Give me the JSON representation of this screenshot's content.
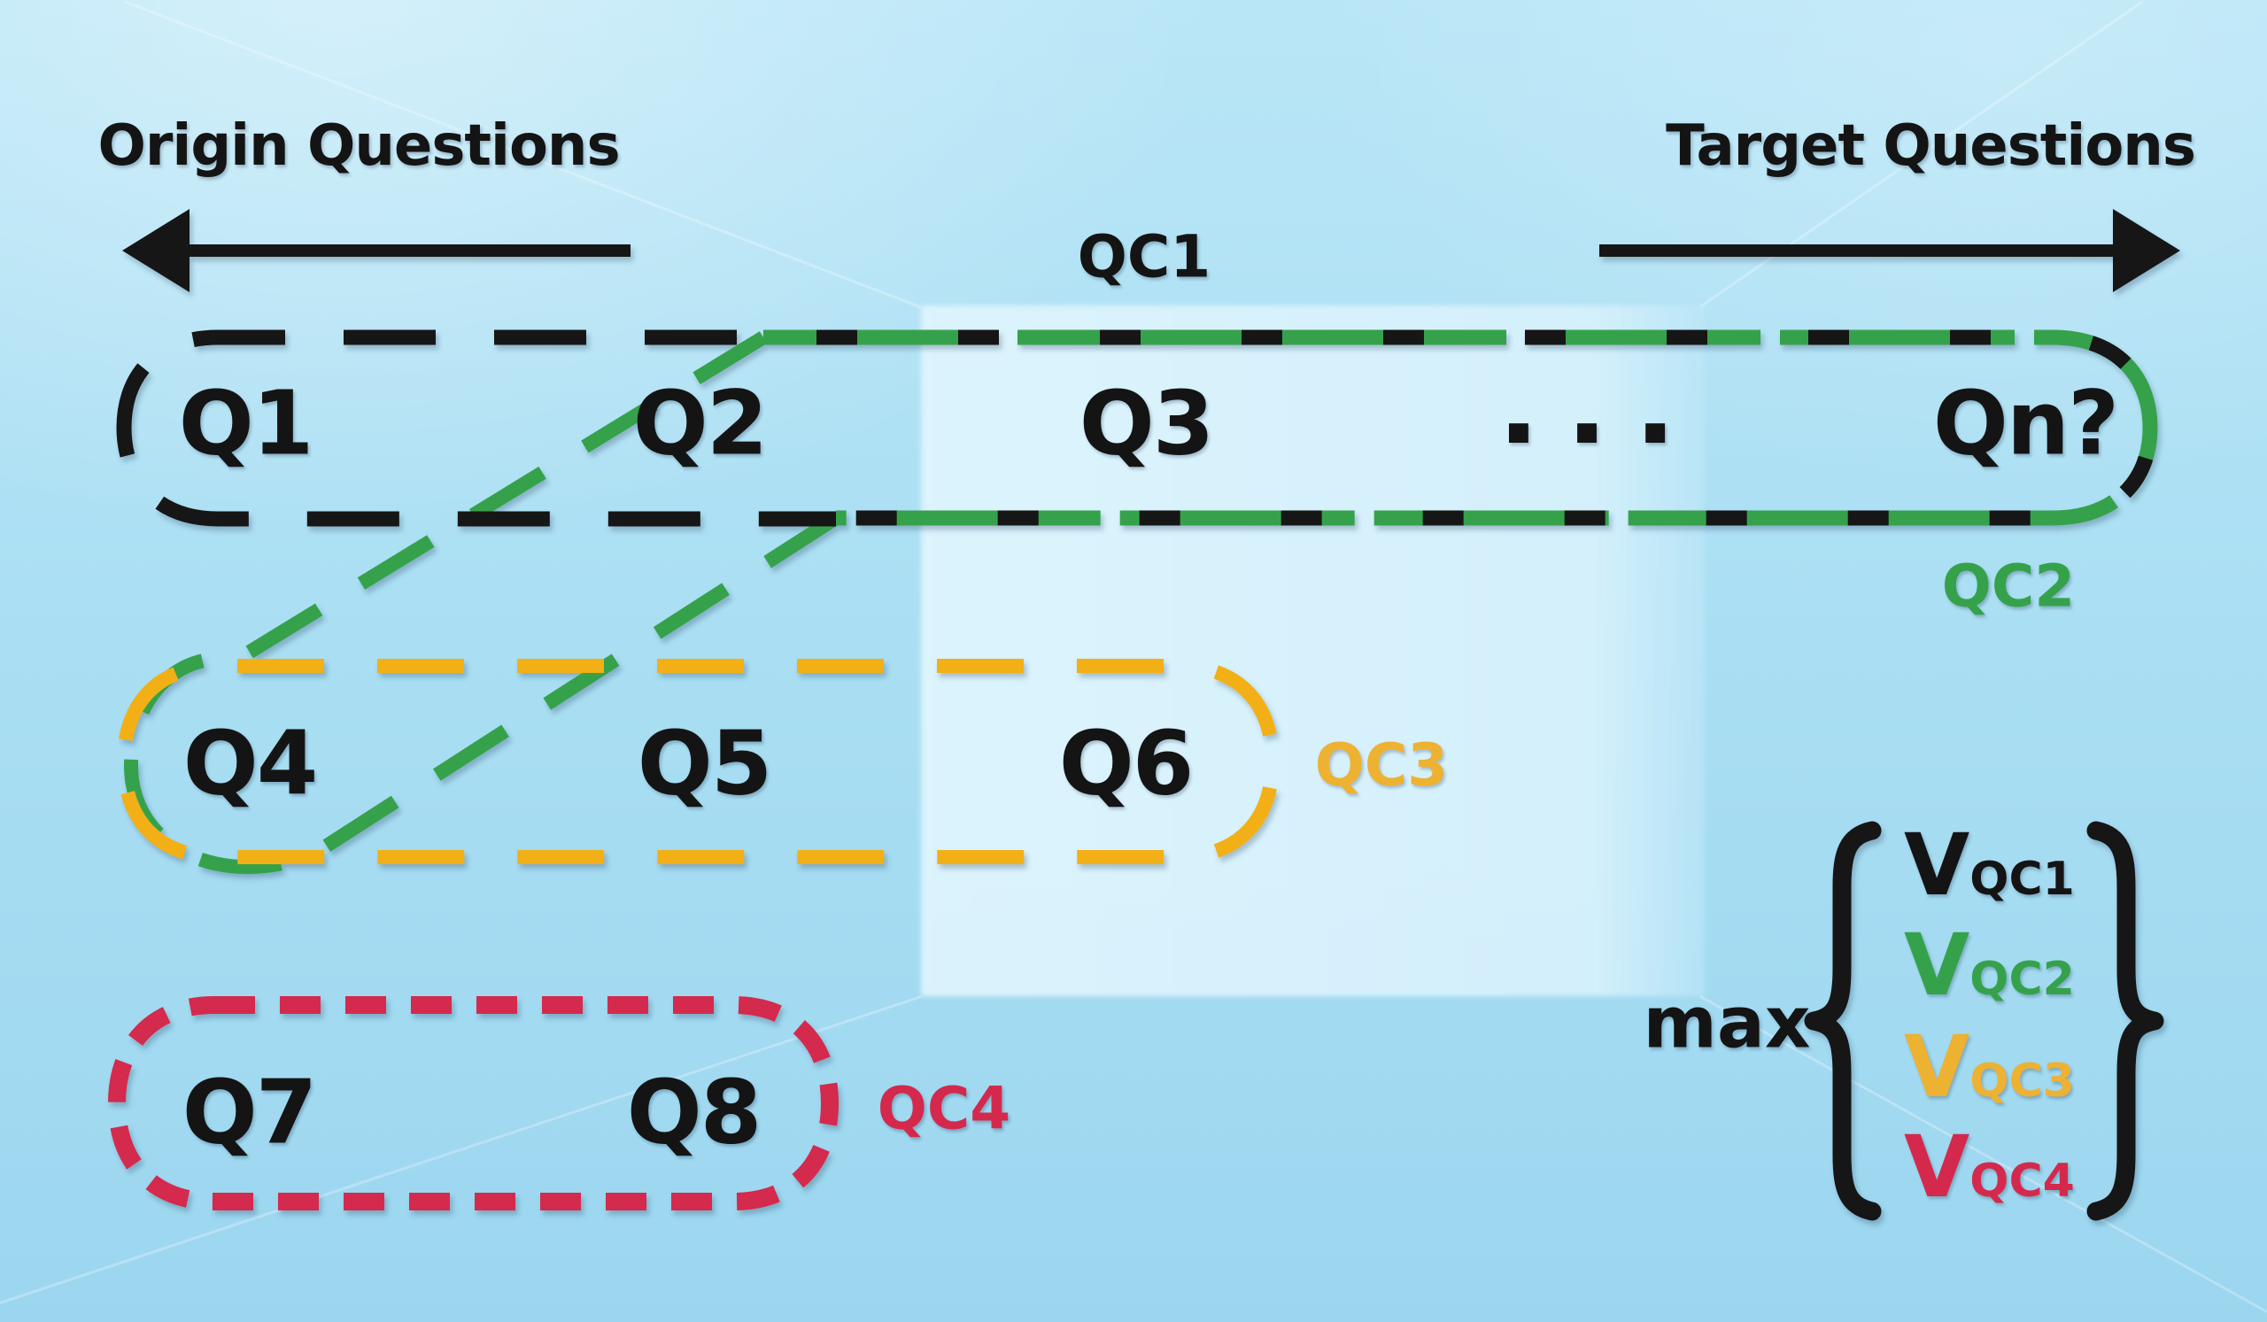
{
  "header": {
    "origin_label": "Origin Questions",
    "target_label": "Target Questions"
  },
  "clusters": {
    "qc1": {
      "label": "QC1",
      "questions": [
        "Q1",
        "Q2",
        "Q3",
        "▪ ▪ ▪",
        "Qn?"
      ]
    },
    "qc2": {
      "label": "QC2"
    },
    "qc3": {
      "label": "QC3",
      "questions": [
        "Q4",
        "Q5",
        "Q6"
      ]
    },
    "qc4": {
      "label": "QC4",
      "questions": [
        "Q7",
        "Q8"
      ]
    }
  },
  "formula": {
    "operator": "max",
    "terms": [
      {
        "base": "V",
        "sub": "QC1"
      },
      {
        "base": "V",
        "sub": "QC2"
      },
      {
        "base": "V",
        "sub": "QC3"
      },
      {
        "base": "V",
        "sub": "QC4"
      }
    ]
  },
  "colors": {
    "qc1_black": "#141414",
    "qc2_green": "#35A24B",
    "qc3_yellow": "#F2B013",
    "qc4_red": "#D4294D",
    "background_blue": "#ABDFF3"
  }
}
